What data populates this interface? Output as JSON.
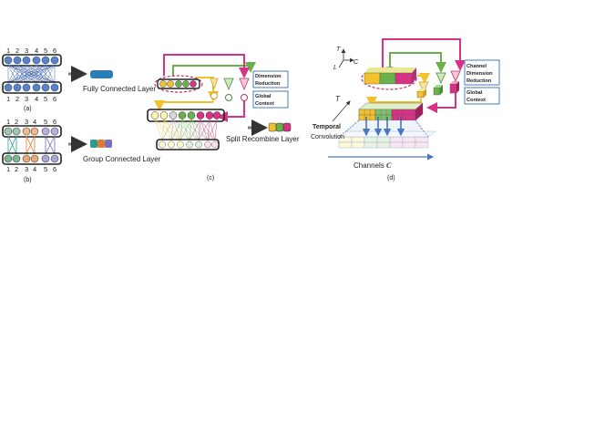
{
  "panel_a": {
    "top_numbers": [
      "1",
      "2",
      "3",
      "4",
      "5",
      "6"
    ],
    "bottom_numbers": [
      "1",
      "2",
      "3",
      "4",
      "5",
      "6"
    ],
    "layer_label": "Fully Connected Layer",
    "caption": "(a)"
  },
  "panel_b": {
    "top_numbers": [
      "1",
      "2",
      "3",
      "4",
      "5",
      "6"
    ],
    "bottom_numbers": [
      "1",
      "2",
      "3",
      "4",
      "5",
      "6"
    ],
    "layer_label": "Group Connected Layer",
    "caption": "(b)"
  },
  "panel_c": {
    "box1_line1": "Dimension",
    "box1_line2": "Reduction",
    "box2_line1": "Global",
    "box2_line2": "Context",
    "layer_label": "Split Recombine Layer",
    "caption": "(c)"
  },
  "panel_d": {
    "axis_t": "T",
    "axis_l": "L",
    "axis_c": "C",
    "box1_line1": "Channel",
    "box1_line2": "Dimension",
    "box1_line3": "Reduction",
    "box2_line1": "Global",
    "box2_line2": "Context",
    "t_label": "T",
    "temporal_bold": "Temporal",
    "temporal_rest": "Convolution",
    "channels_label": "Channels",
    "channels_symbol": "C",
    "caption": "(d)"
  },
  "colors": {
    "blue_node": "#5b84c4",
    "teal": "#2a9d8f",
    "yellow": "#f2c12e",
    "green": "#6ab04c",
    "magenta": "#d63384",
    "orange": "#f0a030",
    "arrow_gray": "#808080",
    "axis_blue": "#4a78c0"
  }
}
